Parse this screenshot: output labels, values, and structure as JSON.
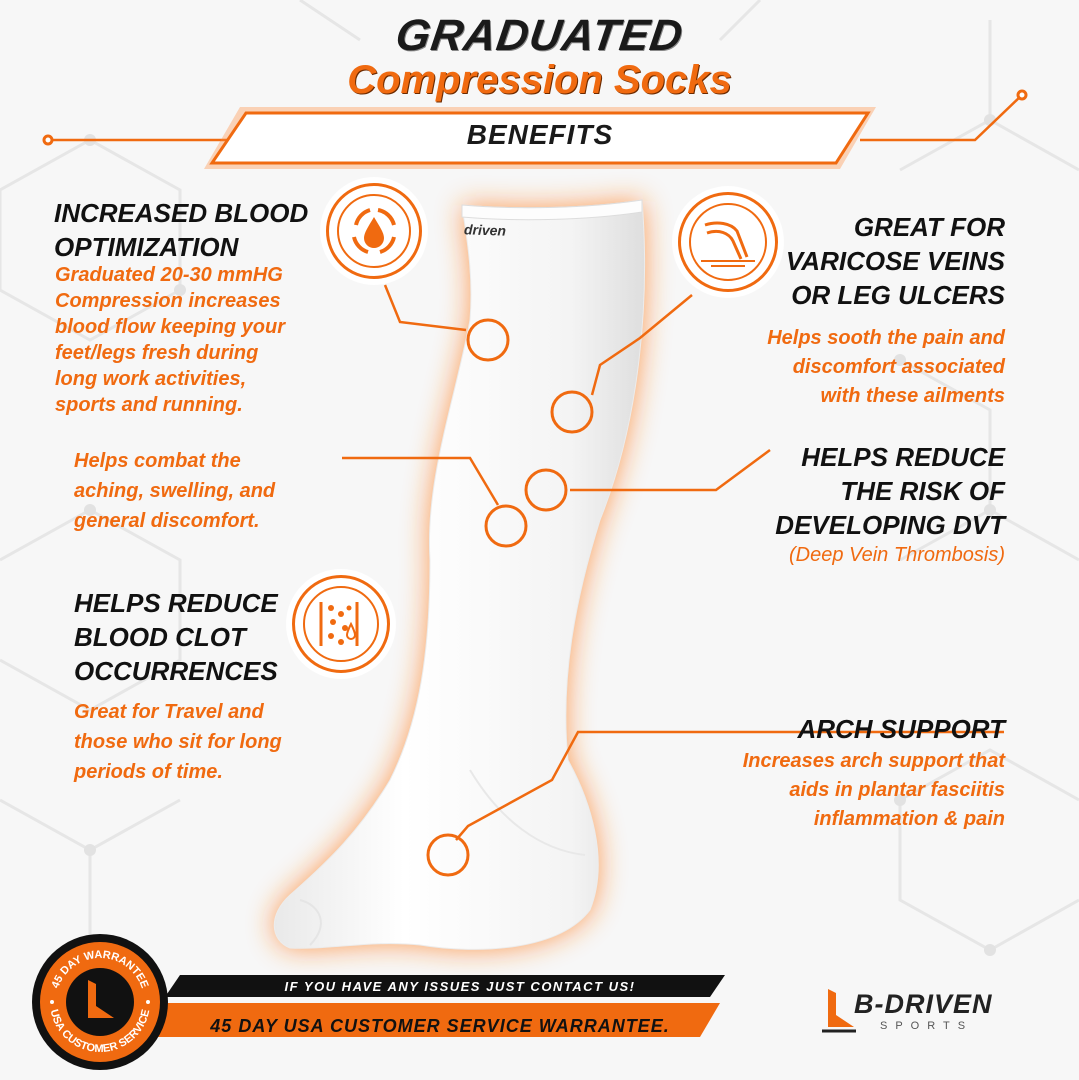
{
  "title": {
    "line1": "GRADUATED",
    "line2": "Compression Socks",
    "banner": "BENEFITS"
  },
  "benefits": {
    "blood_optimization": {
      "heading": "INCREASED BLOOD\nOPTIMIZATION",
      "text": "Graduated 20-30 mmHG\nCompression increases\nblood flow keeping your\nfeet/legs fresh during\nlong work activities,\nsports and running."
    },
    "aching": {
      "text": "Helps combat the\naching, swelling, and\ngeneral discomfort."
    },
    "blood_clot": {
      "heading": "HELPS REDUCE\nBLOOD CLOT\nOCCURRENCES",
      "text": "Great for Travel and\nthose who sit for long\nperiods of time."
    },
    "varicose": {
      "heading": "GREAT FOR\nVARICOSE VEINS\nOR LEG ULCERS",
      "text": "Helps sooth the pain and\ndiscomfort associated\nwith these ailments"
    },
    "dvt": {
      "heading": "HELPS REDUCE\nTHE RISK OF\nDEVELOPING DVT",
      "text": "(Deep Vein Thrombosis)"
    },
    "arch": {
      "heading": "ARCH SUPPORT",
      "text": "Increases arch support that\naids in plantar fasciitis\ninflammation & pain"
    }
  },
  "sock_brand": "driven",
  "badge": {
    "top": "45 DAY WARRANTEE",
    "bottom": "USA CUSTOMER SERVICE"
  },
  "footer": {
    "line1": "IF YOU HAVE ANY ISSUES JUST CONTACT US!",
    "line2": "45 DAY USA CUSTOMER SERVICE WARRANTEE."
  },
  "brand": {
    "name": "B-DRIVEN",
    "sub": "SPORTS"
  },
  "icons": [
    "blood-drop-cycle-icon",
    "legs-veins-icon",
    "blood-cells-icon",
    "logo-mark-icon"
  ],
  "colors": {
    "accent": "#f06a10",
    "dark": "#1a1a1a"
  }
}
